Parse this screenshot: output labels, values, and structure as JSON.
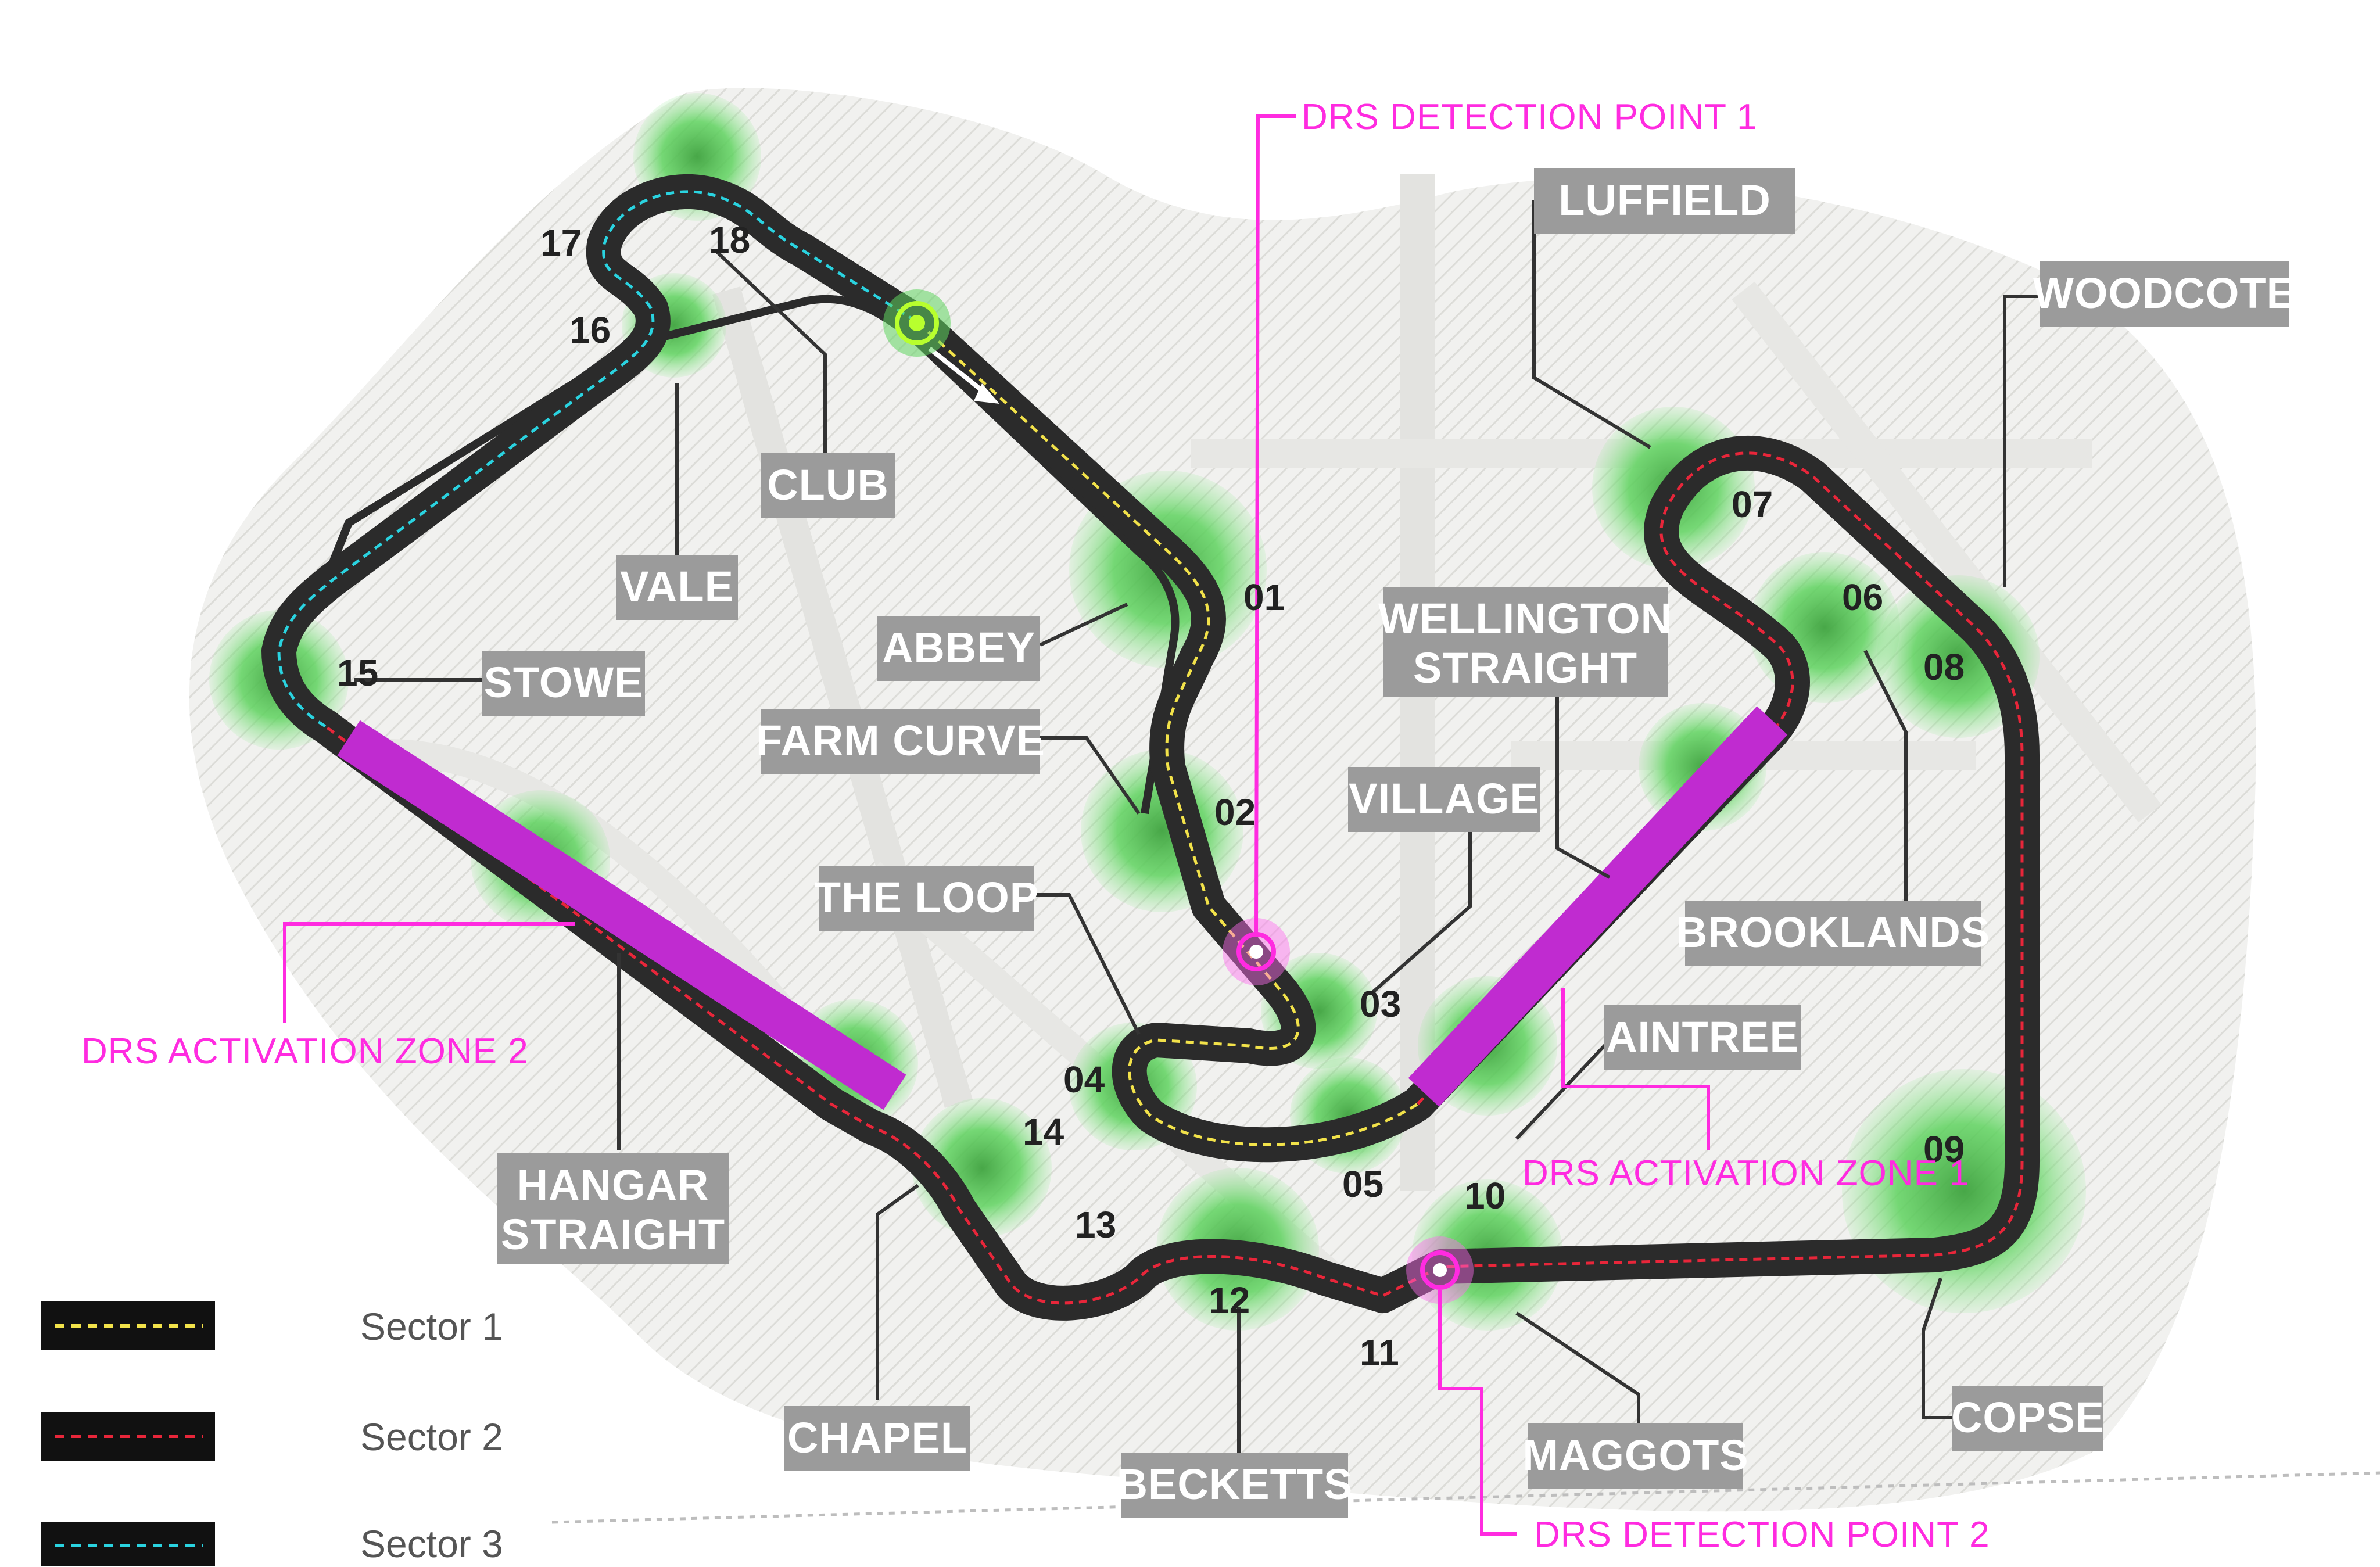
{
  "colors": {
    "track": "#2b2b2b",
    "sector1": "#f2e24a",
    "sector2": "#e8263a",
    "sector3": "#2ad3e0",
    "drs": "#c02bd0",
    "drs_text": "#ff2be0",
    "corner_glow": "#5fd35f",
    "label_box": "#9b9b9b"
  },
  "corner_names": {
    "luffield": "LUFFIELD",
    "woodcote": "WOODCOTE",
    "club": "CLUB",
    "vale": "VALE",
    "abbey": "ABBEY",
    "stowe": "STOWE",
    "farm_curve": "FARM CURVE",
    "wellington_line1": "WELLINGTON",
    "wellington_line2": "STRAIGHT",
    "village": "VILLAGE",
    "the_loop": "THE LOOP",
    "brooklands": "BROOKLANDS",
    "aintree": "AINTREE",
    "hangar_line1": "HANGAR",
    "hangar_line2": "STRAIGHT",
    "chapel": "CHAPEL",
    "becketts": "BECKETTS",
    "maggots": "MAGGOTS",
    "copse": "COPSE"
  },
  "turn_numbers": [
    "01",
    "02",
    "03",
    "04",
    "05",
    "06",
    "07",
    "08",
    "09",
    "10",
    "11",
    "12",
    "13",
    "14",
    "15",
    "16",
    "17",
    "18"
  ],
  "drs": {
    "detection_1": "DRS DETECTION POINT 1",
    "detection_2": "DRS DETECTION POINT 2",
    "activation_1": "DRS ACTIVATION ZONE 1",
    "activation_2": "DRS ACTIVATION ZONE 2"
  },
  "legend": [
    {
      "label": "Sector 1",
      "color": "#f2e24a"
    },
    {
      "label": "Sector 2",
      "color": "#e8263a"
    },
    {
      "label": "Sector 3",
      "color": "#2ad3e0"
    }
  ]
}
